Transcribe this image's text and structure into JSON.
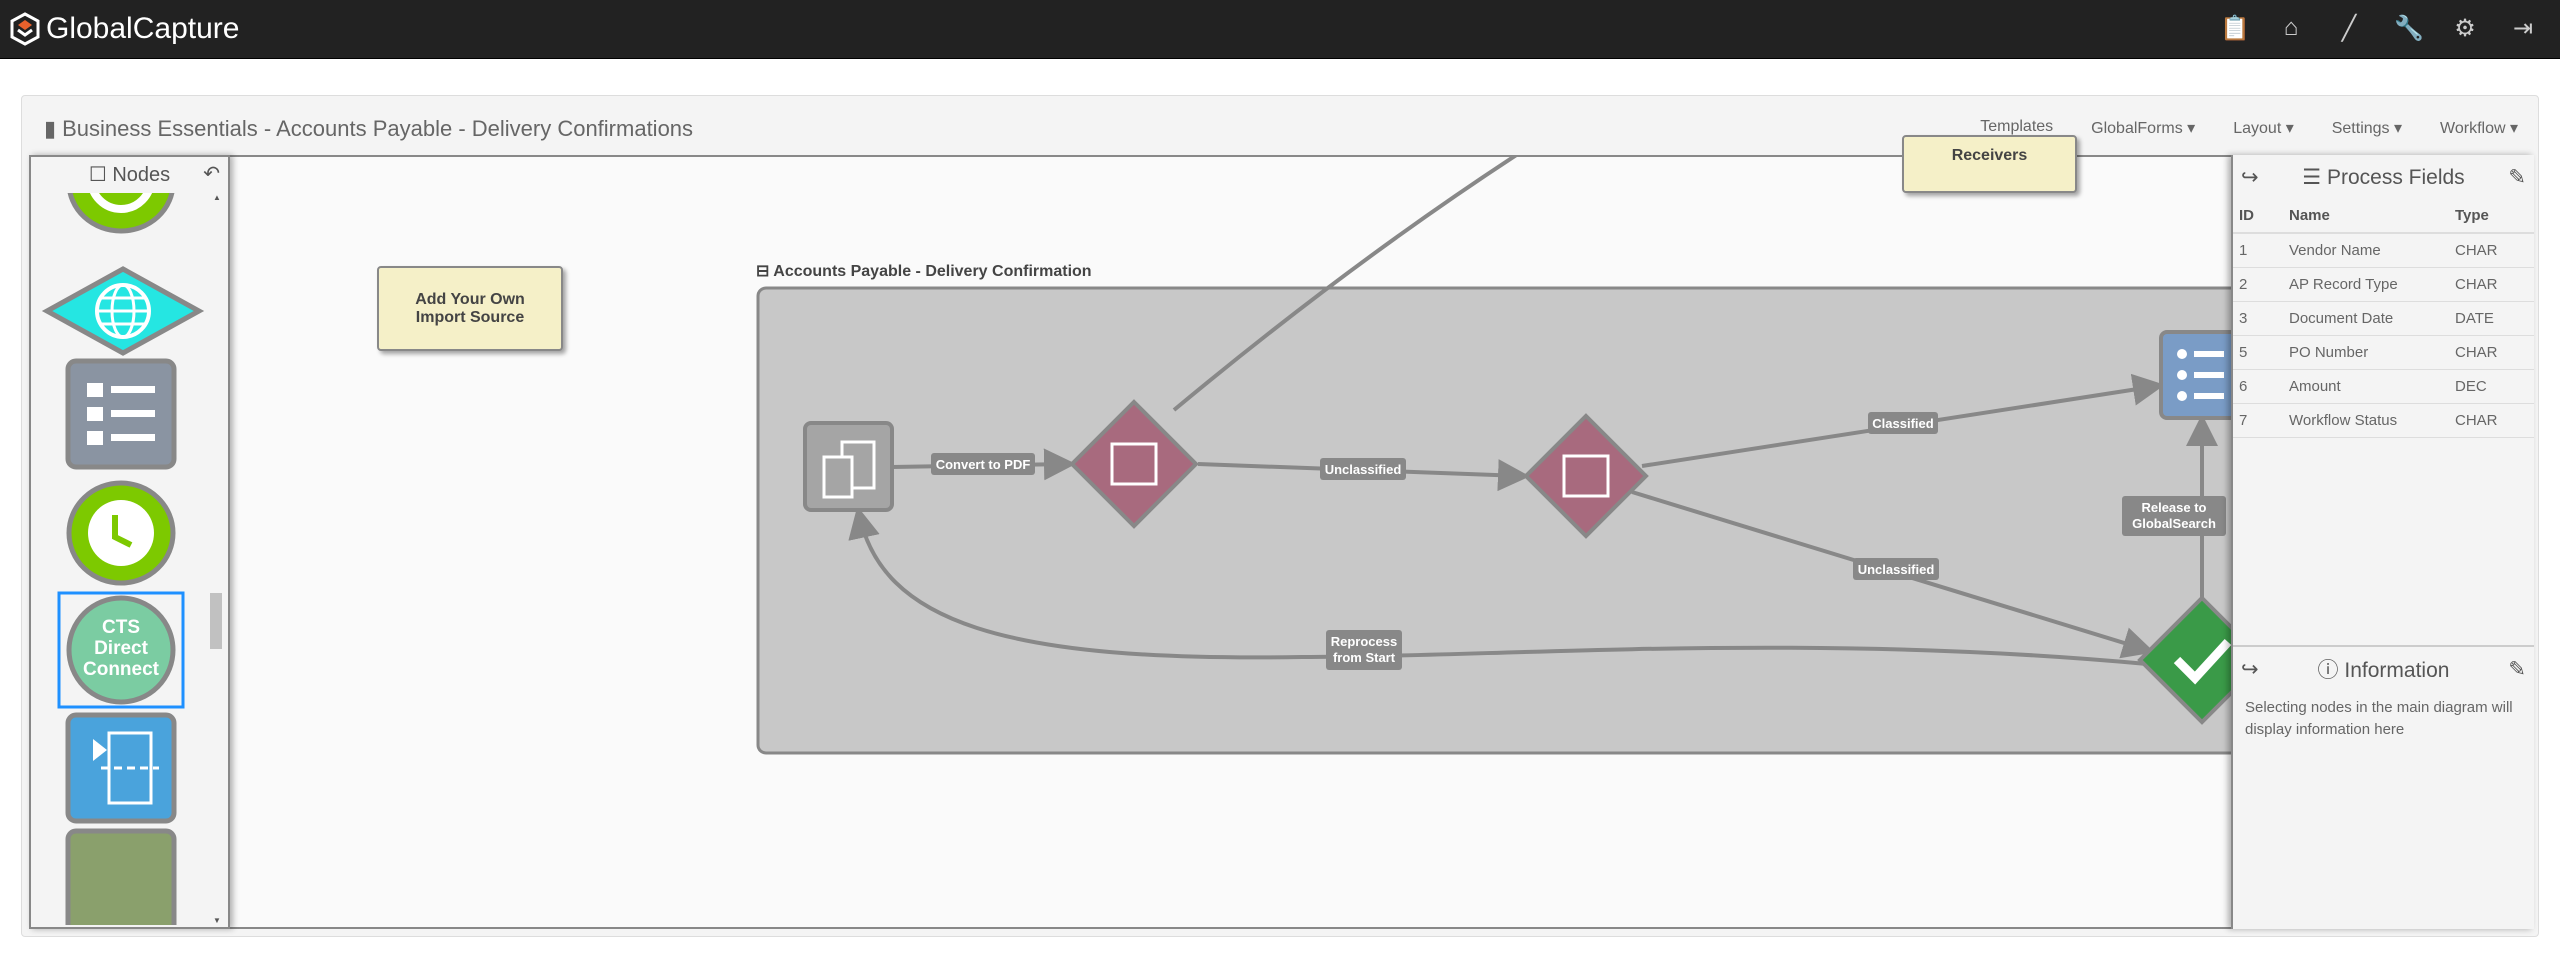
{
  "app": {
    "name": "GlobalCapture",
    "top_icons": [
      "clipboard-check-icon",
      "scanner-icon",
      "brush-icon",
      "wrench-icon",
      "gear-icon",
      "logout-icon"
    ]
  },
  "page": {
    "title": "Business Essentials - Accounts Payable - Delivery Confirmations"
  },
  "toolbar": {
    "templates": "Templates",
    "globalforms": "GlobalForms ▾",
    "layout": "Layout ▾",
    "settings": "Settings ▾",
    "workflow": "Workflow ▾"
  },
  "palette": {
    "title": "Nodes",
    "selected_node_label": "CTS Direct Connect"
  },
  "diagram": {
    "notes": {
      "import": "Add Your Own Import Source",
      "receivers": "Receivers"
    },
    "group_label": "Accounts Payable - Delivery Confirmation",
    "edges": {
      "convert": "Convert to PDF",
      "unclassified1": "Unclassified",
      "classified": "Classified",
      "unclassified2": "Unclassified",
      "reprocess_1": "Reprocess",
      "reprocess_2": "from Start",
      "release_1": "Release to",
      "release_2": "GlobalSearch"
    }
  },
  "process_fields": {
    "title": "Process Fields",
    "columns": [
      "ID",
      "Name",
      "Type"
    ],
    "rows": [
      [
        "1",
        "Vendor Name",
        "CHAR"
      ],
      [
        "2",
        "AP Record Type",
        "CHAR"
      ],
      [
        "3",
        "Document Date",
        "DATE"
      ],
      [
        "5",
        "PO Number",
        "CHAR"
      ],
      [
        "6",
        "Amount",
        "DEC"
      ],
      [
        "7",
        "Workflow Status",
        "CHAR"
      ]
    ]
  },
  "information": {
    "title": "Information",
    "text": "Selecting nodes in the main diagram will display information here"
  }
}
